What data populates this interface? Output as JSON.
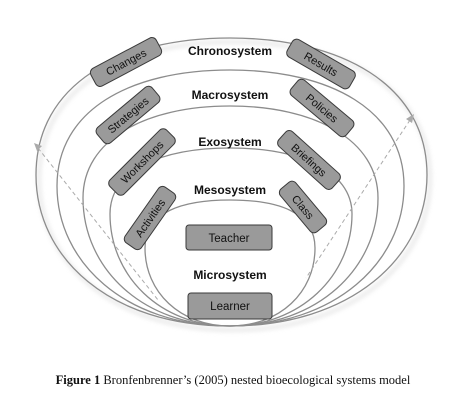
{
  "diagram": {
    "layers": {
      "chronosystem": "Chronosystem",
      "macrosystem": "Macrosystem",
      "exosystem": "Exosystem",
      "mesosystem": "Mesosystem",
      "microsystem": "Microsystem"
    },
    "tags": {
      "changes": "Changes",
      "results": "Results",
      "strategies": "Strategies",
      "policies": "Policies",
      "workshops": "Workshops",
      "briefings": "Briefings",
      "activities": "Activities",
      "class": "Class"
    },
    "core": {
      "teacher": "Teacher",
      "learner": "Learner"
    },
    "colors": {
      "tag_fill": "#9a9a9a",
      "tag_stroke": "#3a3a3a",
      "ring_stroke": "#8c8c8c",
      "shadow": "#d9d9d9"
    }
  },
  "caption": {
    "label": "Figure 1",
    "text": " Bronfenbrenner’s (2005) nested bioecological systems model"
  }
}
